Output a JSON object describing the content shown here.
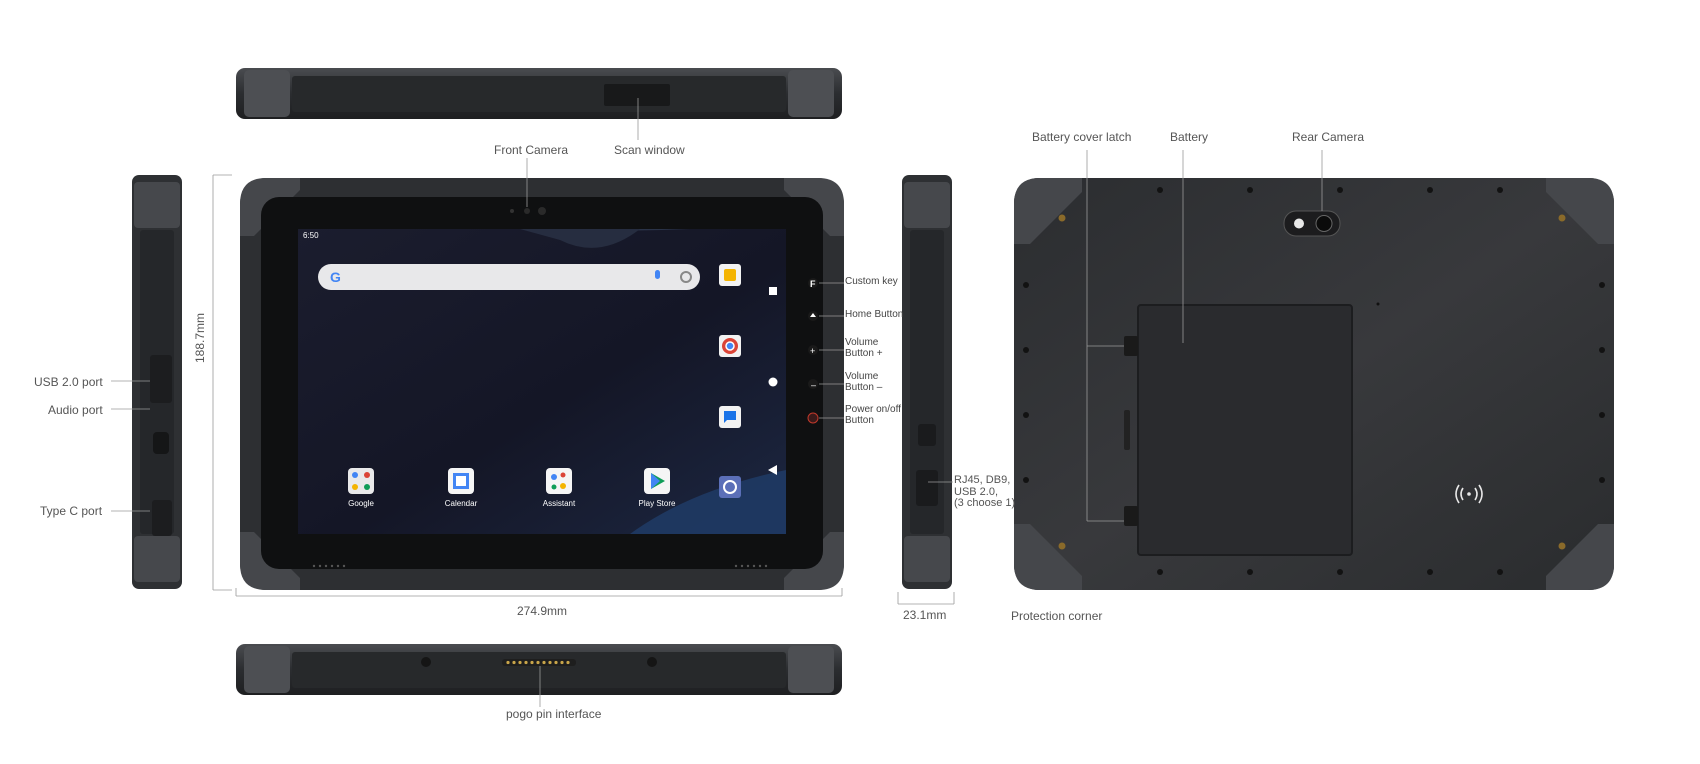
{
  "colors": {
    "body": "#2d2f31",
    "body_dark": "#1d1e20",
    "corner": "#3a3c3f",
    "screen": "#16182a",
    "leader_line": "#9a9a9a"
  },
  "callouts": {
    "front_camera": "Front Camera",
    "scan_window": "Scan window",
    "usb_port": "USB 2.0 port",
    "audio_port": "Audio port",
    "type_c_port": "Type C port",
    "custom_key": "Custom key",
    "home_button": "Home Button",
    "volume_up": "Volume\nButton +",
    "volume_down": "Volume\nButton –",
    "power_button": "Power on/off\nButton",
    "rj45": "RJ45, DB9,\nUSB 2.0,\n(3 choose 1)",
    "pogo_pin": "pogo pin interface",
    "battery_cover_latch": "Battery cover latch",
    "battery": "Battery",
    "rear_camera": "Rear Camera",
    "protection_corner": "Protection corner"
  },
  "dimensions": {
    "height": "188.7mm",
    "width": "274.9mm",
    "depth": "23.1mm"
  },
  "screen": {
    "time": "6:50",
    "apps": [
      {
        "label": "Google",
        "icon": "google-folder-icon"
      },
      {
        "label": "Calendar",
        "icon": "calendar-icon"
      },
      {
        "label": "Assistant",
        "icon": "assistant-icon"
      },
      {
        "label": "Play Store",
        "icon": "play-store-icon"
      }
    ]
  }
}
